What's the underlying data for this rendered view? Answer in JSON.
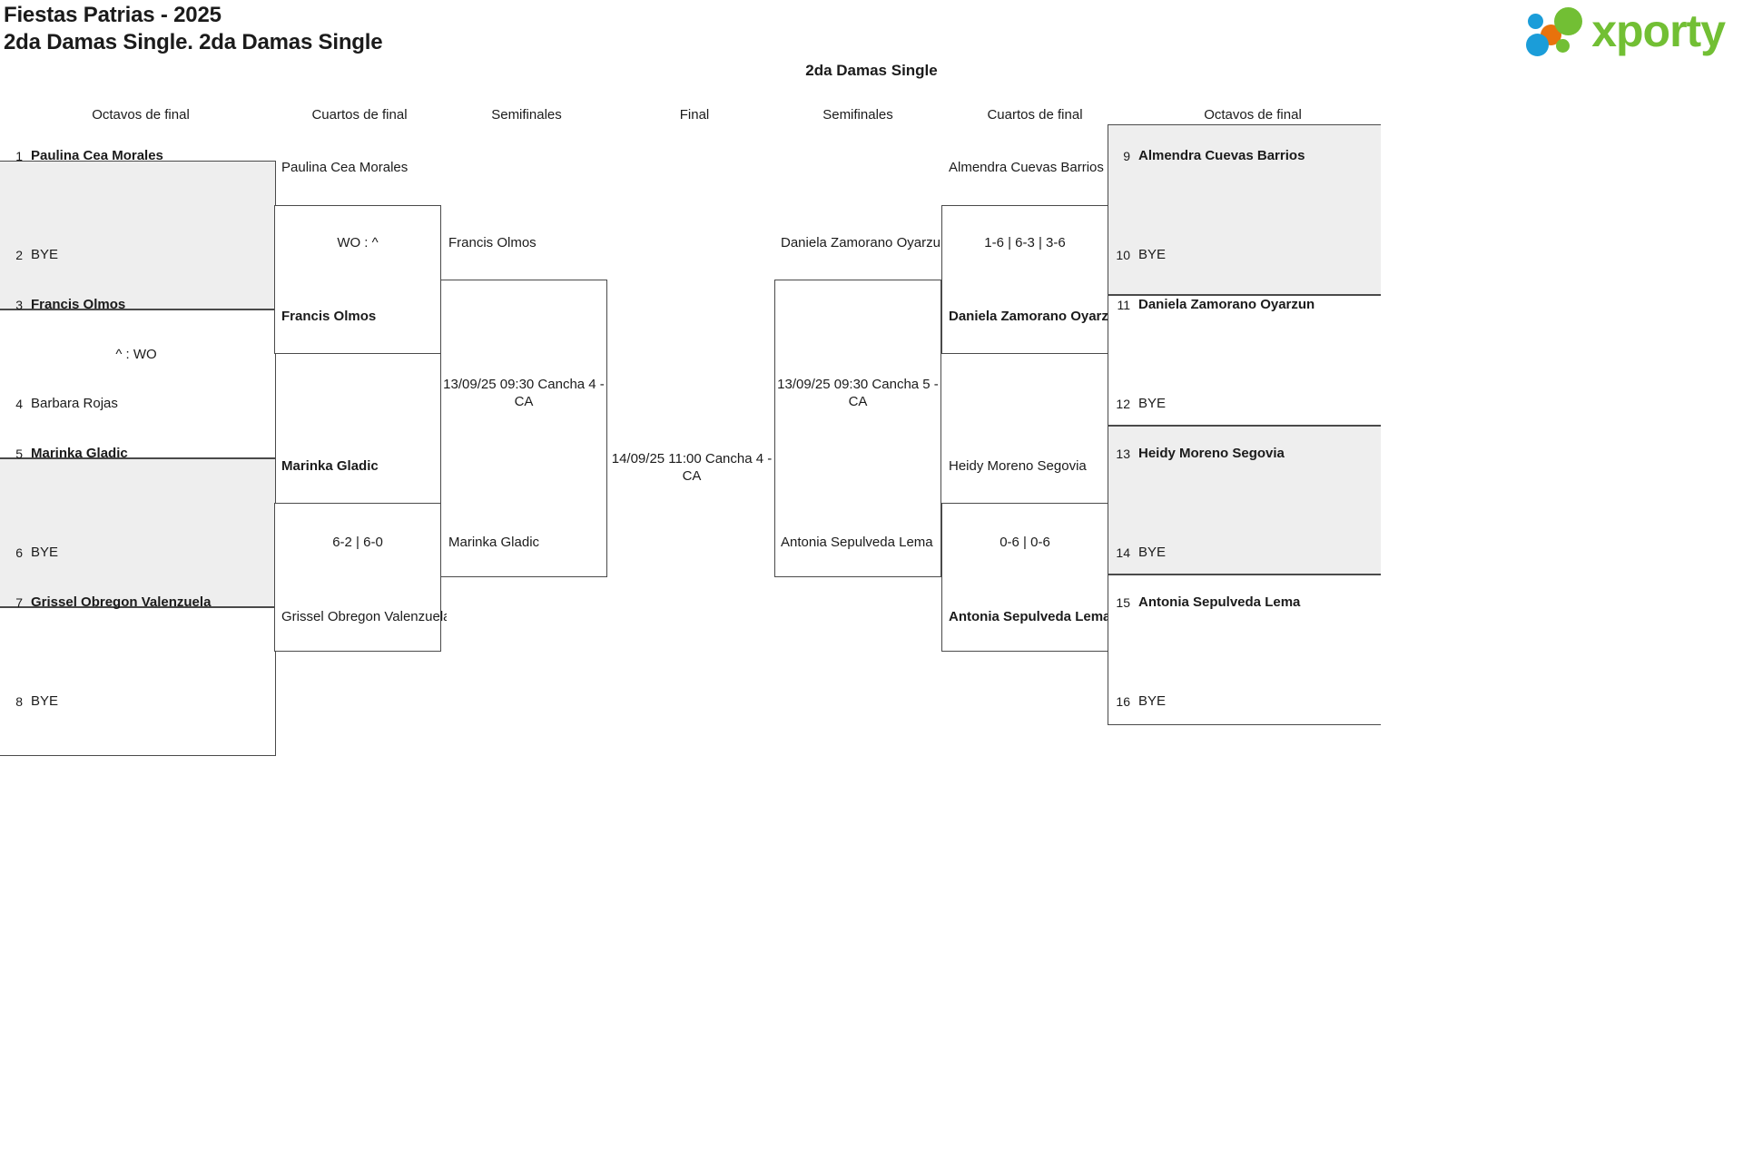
{
  "header": {
    "tournament": "Fiestas Patrias - 2025",
    "category": "2da Damas Single. 2da Damas Single",
    "logo_word": "xporty",
    "logo_dots": [
      "blue-small-dot",
      "orange-dot",
      "blue-large-dot",
      "green-large-dot",
      "green-small-dot"
    ]
  },
  "bracket_title": "2da Damas Single",
  "round_headers": {
    "left": [
      "Octavos de final",
      "Cuartos de final",
      "Semifinales"
    ],
    "center": "Final",
    "right": [
      "Semifinales",
      "Cuartos de final",
      "Octavos de final"
    ]
  },
  "left": {
    "r16": [
      {
        "seed": "1",
        "name": "Paulina Cea Morales",
        "winner": true,
        "shaded": true
      },
      {
        "seed": "2",
        "name": "BYE",
        "winner": false,
        "shaded": true
      },
      {
        "seed": "3",
        "name": "Francis Olmos",
        "winner": true,
        "shaded": false
      },
      {
        "seed": "4",
        "name": "Barbara Rojas",
        "winner": false,
        "shaded": false
      },
      {
        "seed": "5",
        "name": "Marinka Gladic",
        "winner": true,
        "shaded": true
      },
      {
        "seed": "6",
        "name": "BYE",
        "winner": false,
        "shaded": true
      },
      {
        "seed": "7",
        "name": "Grissel Obregon Valenzuela",
        "winner": true,
        "shaded": false
      },
      {
        "seed": "8",
        "name": "BYE",
        "winner": false,
        "shaded": false
      }
    ],
    "r16_scores": [
      "",
      "^ : WO",
      "",
      ""
    ],
    "qf": [
      {
        "name": "Paulina Cea Morales",
        "winner": false
      },
      {
        "name": "Francis Olmos",
        "winner": true
      },
      {
        "name": "Marinka Gladic",
        "winner": true
      },
      {
        "name": "Grissel Obregon Valenzuela",
        "winner": false
      }
    ],
    "qf_scores": [
      "WO : ^",
      "6-2 | 6-0"
    ],
    "sf": [
      {
        "name": "Francis Olmos",
        "winner": false
      },
      {
        "name": "Marinka Gladic",
        "winner": false
      }
    ],
    "sf_meta": "13/09/25 09:30 Cancha 4 - CA"
  },
  "final": {
    "meta": "14/09/25 11:00 Cancha 4 - CA"
  },
  "right": {
    "r16": [
      {
        "seed": "9",
        "name": "Almendra Cuevas Barrios",
        "winner": true,
        "shaded": true
      },
      {
        "seed": "10",
        "name": "BYE",
        "winner": false,
        "shaded": true
      },
      {
        "seed": "11",
        "name": "Daniela Zamorano Oyarzun",
        "winner": true,
        "shaded": false
      },
      {
        "seed": "12",
        "name": "BYE",
        "winner": false,
        "shaded": false
      },
      {
        "seed": "13",
        "name": "Heidy Moreno Segovia",
        "winner": true,
        "shaded": true
      },
      {
        "seed": "14",
        "name": "BYE",
        "winner": false,
        "shaded": true
      },
      {
        "seed": "15",
        "name": "Antonia Sepulveda Lema",
        "winner": true,
        "shaded": false
      },
      {
        "seed": "16",
        "name": "BYE",
        "winner": false,
        "shaded": false
      }
    ],
    "qf": [
      {
        "name": "Almendra Cuevas Barrios",
        "winner": false
      },
      {
        "name": "Daniela Zamorano Oyarzun",
        "winner": true
      },
      {
        "name": "Heidy Moreno Segovia",
        "winner": false
      },
      {
        "name": "Antonia Sepulveda Lema",
        "winner": true
      }
    ],
    "qf_scores": [
      "1-6 | 6-3 | 3-6",
      "0-6 | 0-6"
    ],
    "sf": [
      {
        "name": "Daniela Zamorano Oyarzun",
        "winner": false
      },
      {
        "name": "Antonia Sepulveda Lema",
        "winner": false
      }
    ],
    "sf_meta": "13/09/25 09:30 Cancha 5 - CA"
  }
}
